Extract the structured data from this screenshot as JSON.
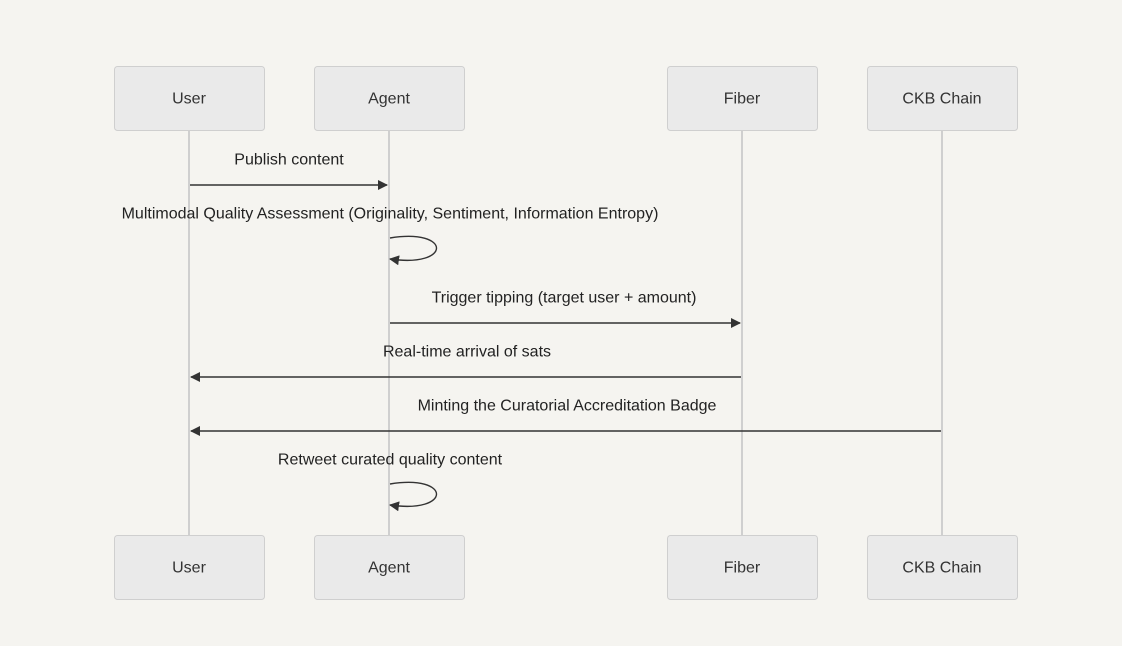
{
  "participants": [
    {
      "id": "user",
      "label": "User"
    },
    {
      "id": "agent",
      "label": "Agent"
    },
    {
      "id": "fiber",
      "label": "Fiber"
    },
    {
      "id": "ckb",
      "label": "CKB Chain"
    }
  ],
  "messages": [
    {
      "from": "user",
      "to": "agent",
      "label": "Publish content"
    },
    {
      "from": "agent",
      "to": "agent",
      "label": "Multimodal Quality Assessment (Originality, Sentiment, Information Entropy)"
    },
    {
      "from": "agent",
      "to": "fiber",
      "label": "Trigger tipping (target user + amount)"
    },
    {
      "from": "fiber",
      "to": "user",
      "label": "Real-time arrival of sats"
    },
    {
      "from": "ckb",
      "to": "user",
      "label": "Minting the Curatorial Accreditation Badge"
    },
    {
      "from": "agent",
      "to": "agent",
      "label": "Retweet curated quality content"
    }
  ],
  "colors": {
    "background": "#f5f4f0",
    "actor_fill": "#eaeaea",
    "actor_border": "#cfcfcf",
    "lifeline": "#cfcfcf",
    "arrow": "#333333",
    "text": "#222222"
  }
}
